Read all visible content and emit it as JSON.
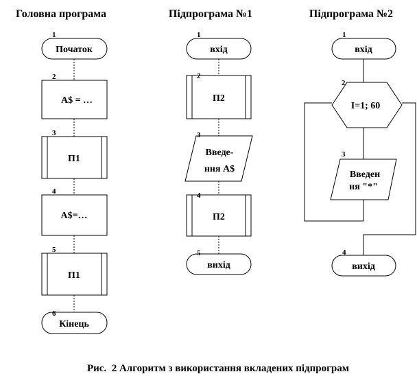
{
  "columns": [
    {
      "title": "Головна програма",
      "blocks": [
        {
          "num": "1",
          "lines": [
            "Початок"
          ]
        },
        {
          "num": "2",
          "lines": [
            "А$ = …"
          ]
        },
        {
          "num": "3",
          "lines": [
            "П1"
          ]
        },
        {
          "num": "4",
          "lines": [
            "А$=…"
          ]
        },
        {
          "num": "5",
          "lines": [
            "П1"
          ]
        },
        {
          "num": "6",
          "lines": [
            "Кінець"
          ]
        }
      ]
    },
    {
      "title": "Підпрограма №1",
      "blocks": [
        {
          "num": "1",
          "lines": [
            "вхід"
          ]
        },
        {
          "num": "2",
          "lines": [
            "П2"
          ]
        },
        {
          "num": "3",
          "lines": [
            "Введе-",
            "ння А$"
          ]
        },
        {
          "num": "4",
          "lines": [
            "П2"
          ]
        },
        {
          "num": "5",
          "lines": [
            "вихід"
          ]
        }
      ]
    },
    {
      "title": "Підпрограма №2",
      "blocks": [
        {
          "num": "1",
          "lines": [
            "вхід"
          ]
        },
        {
          "num": "2",
          "lines": [
            "I=1; 60"
          ]
        },
        {
          "num": "3",
          "lines": [
            "Введен",
            "ня \"*\""
          ]
        },
        {
          "num": "4",
          "lines": [
            "вихід"
          ]
        }
      ]
    }
  ],
  "caption": "Рис.  2 Алгоритм з використання вкладених підпрограм"
}
